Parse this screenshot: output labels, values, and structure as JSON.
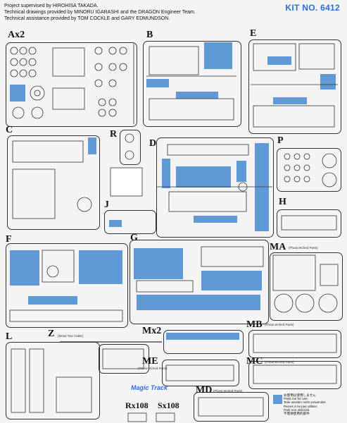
{
  "credits": {
    "line1": "Project supervised by HIROHISA TAKADA.",
    "line2": "Technical drawings provided by MINORU IGARASHI and the DRAGON Engineer Team.",
    "line3": "Technical assistance provided by TOM COCKLE and GARY EDMUNDSON."
  },
  "kit_no": "KIT NO. 6412",
  "sprues": {
    "ax2": "Ax2",
    "b": "B",
    "e": "E",
    "c": "C",
    "r": "R",
    "d": "D",
    "p": "P",
    "j": "J",
    "h": "H",
    "f": "F",
    "g": "G",
    "ma": "MA",
    "ma_note": "(Photo-etched Parts)",
    "mx2": "Mx2",
    "mb": "MB",
    "mb_note": "(Photo-etched Parts)",
    "l": "L",
    "z": "Z",
    "z_note": "(Metal Tow Cable)",
    "me": "ME",
    "me_note": "(Photo-etched Parts)",
    "mc": "MC",
    "mc_note": "(Photo-etched Parts)",
    "md": "MD",
    "md_note": "(Photo-etched Parts)",
    "rx108": "Rx108",
    "sx108": "Sx108"
  },
  "magic_track": "Magic Track",
  "legend": {
    "line1": "お使用は使用しません",
    "line2": "Parts not for use.",
    "line3": "Teile werden nicht verwendet.",
    "line4": "Pieces à ne pas utiliser.",
    "line5": "Parti non utilizzati.",
    "line6": "不需要使用的部件"
  },
  "colors": {
    "unused_parts": "#5f9ad6",
    "kit_number": "#2b6fd6"
  }
}
